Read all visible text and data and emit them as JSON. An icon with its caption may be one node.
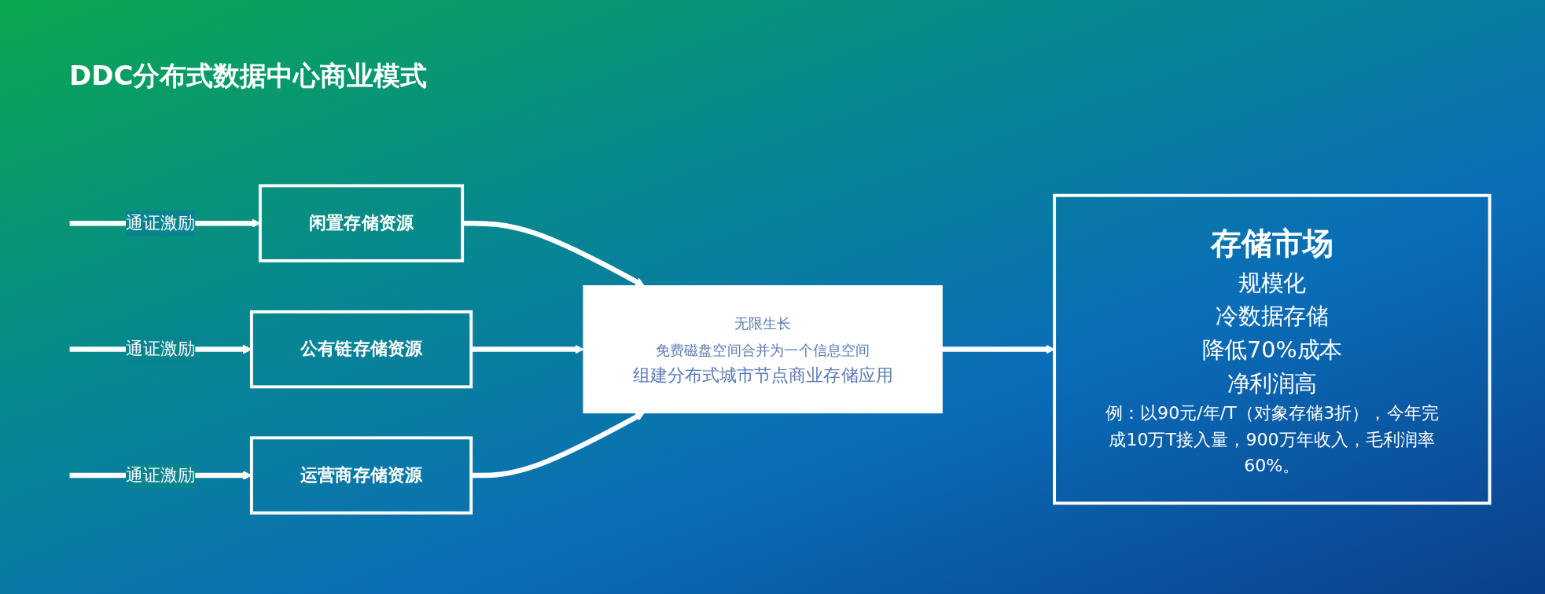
{
  "diagram": {
    "title": "DDC分布式数据中心商业模式",
    "nodes": [
      {
        "text": [
          "闲置存储资源"
        ]
      },
      {
        "text": [
          "公有链存储资源"
        ]
      },
      {
        "text": [
          "运营商存储资源"
        ]
      },
      {
        "text": [
          "无限生长",
          "免费磁盘空间合并为一个信息空间",
          "组建分布式城市节点商业存储应用"
        ]
      },
      {
        "text": [
          "存储市场",
          "规模化",
          "冷数据存储",
          "降低70%成本",
          "净利润高",
          "例：以90元/年/T（对象存储3折），今年完成10万T接入量，900万年收入，毛利润率60%。"
        ]
      }
    ],
    "edges": [
      {
        "from": null,
        "to": 0,
        "arrow": "to",
        "label": "通证激励"
      },
      {
        "from": 0,
        "to": 3,
        "arrow": "to"
      },
      {
        "from": null,
        "to": 1,
        "arrow": "to",
        "label": "通证激励"
      },
      {
        "from": 1,
        "to": 3,
        "arrow": "to"
      },
      {
        "from": null,
        "to": 2,
        "arrow": "to",
        "label": "通证激励"
      },
      {
        "from": 2,
        "to": 3,
        "arrow": "to"
      },
      {
        "from": 3,
        "to": 4,
        "arrow": "to"
      }
    ]
  }
}
